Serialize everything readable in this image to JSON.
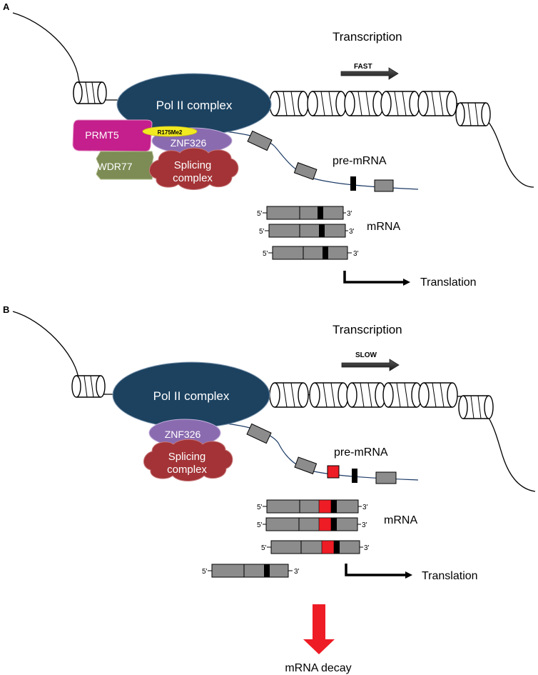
{
  "panel_a": {
    "label": "A",
    "transcription": "Transcription",
    "speed": "FAST",
    "pol_ii": "Pol II complex",
    "prmt5": "PRMT5",
    "mark": "R175Me2",
    "znf326": "ZNF326",
    "wdr77": "WDR77",
    "splicing_line1": "Splicing",
    "splicing_line2": "complex",
    "pre_mrna": "pre-mRNA",
    "mrna": "mRNA",
    "five_prime": "5'",
    "three_prime": "3'",
    "translation": "Translation"
  },
  "panel_b": {
    "label": "B",
    "transcription": "Transcription",
    "speed": "SLOW",
    "pol_ii": "Pol II complex",
    "znf326": "ZNF326",
    "splicing_line1": "Splicing",
    "splicing_line2": "complex",
    "pre_mrna": "pre-mRNA",
    "mrna": "mRNA",
    "five_prime": "5'",
    "three_prime": "3'",
    "translation": "Translation",
    "decay": "mRNA decay"
  },
  "colors": {
    "pol_ii": "#1c4260",
    "prmt5": "#c41f8c",
    "mark": "#f2ea21",
    "znf326": "#8a6bb0",
    "wdr77": "#7d8c55",
    "splicing": "#a33336",
    "exon": "#8c8c8c",
    "alt_exon": "#ee1c25",
    "decay_arrow": "#ee1c25"
  }
}
